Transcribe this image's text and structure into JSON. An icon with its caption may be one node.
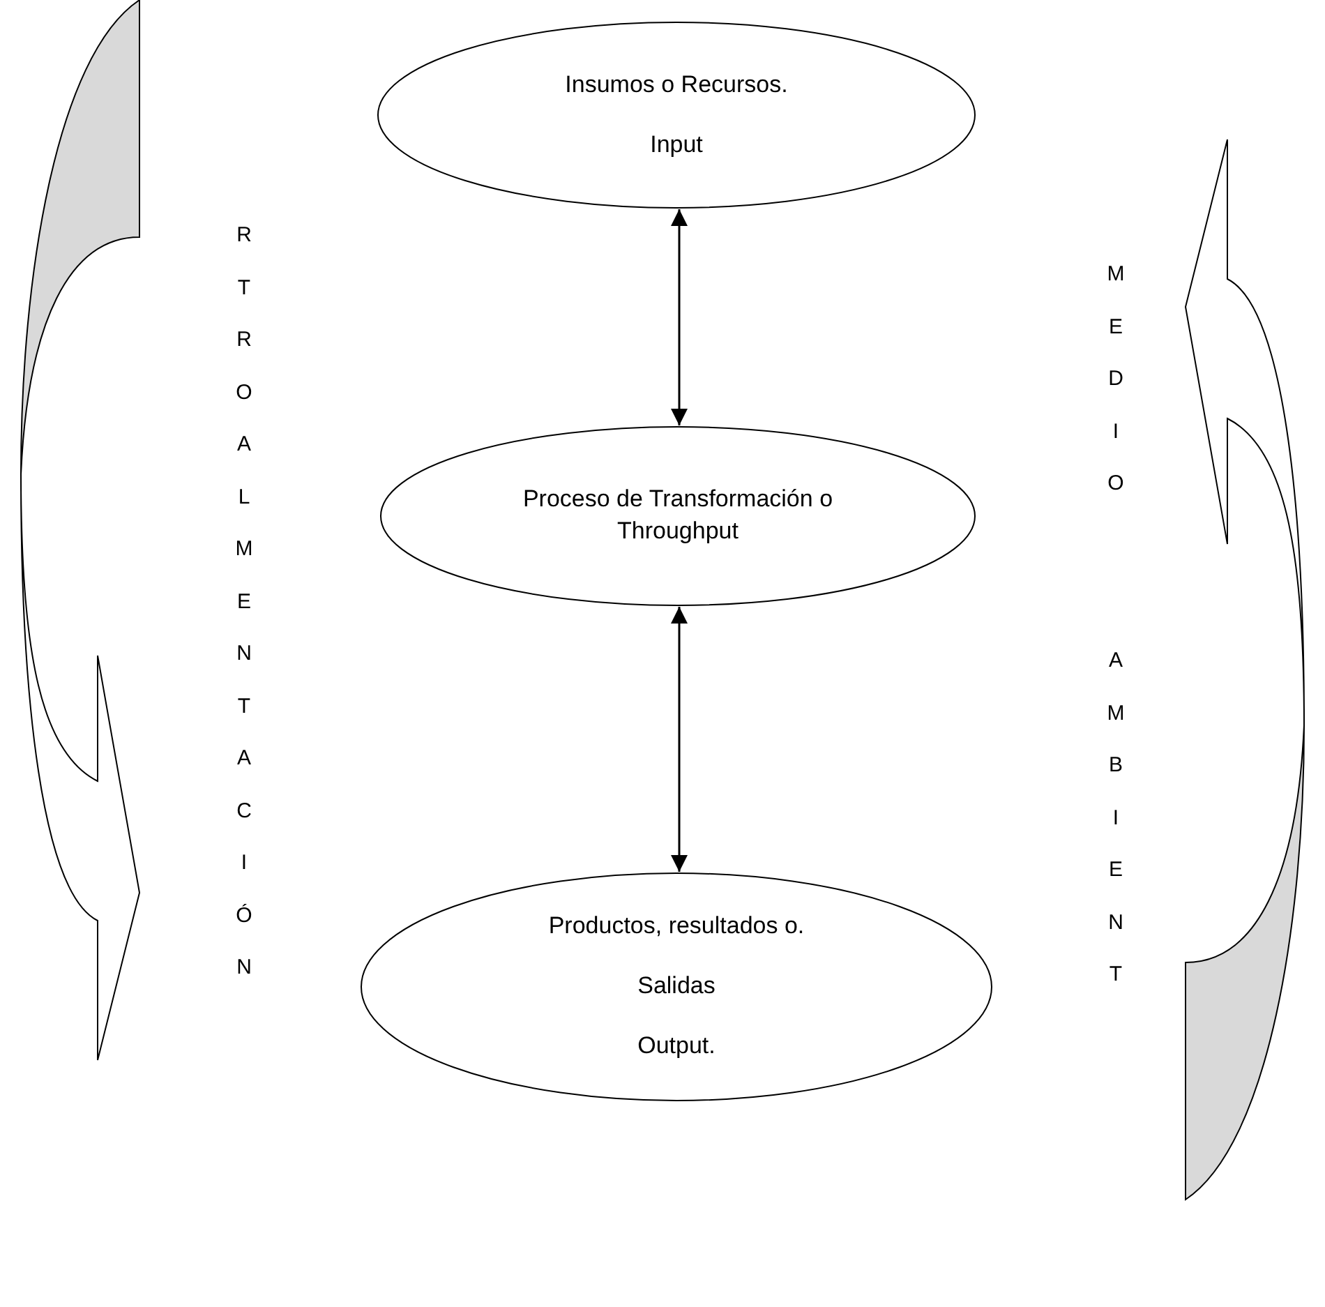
{
  "diagram": {
    "nodes": [
      {
        "text": [
          "Insumos o Recursos.",
          "Input"
        ]
      },
      {
        "text": [
          "Proceso de Transformación o Throughput"
        ]
      },
      {
        "text": [
          "Productos, resultados o.",
          "Salidas",
          "Output."
        ]
      }
    ],
    "edges": [
      {
        "from": 0,
        "to": 1,
        "arrow": "both"
      },
      {
        "from": 1,
        "to": 2,
        "arrow": "both"
      }
    ],
    "labels": [
      "R T R O A L M E N T A C I Ó N",
      "M E D I O",
      "A M B I E N T"
    ]
  }
}
